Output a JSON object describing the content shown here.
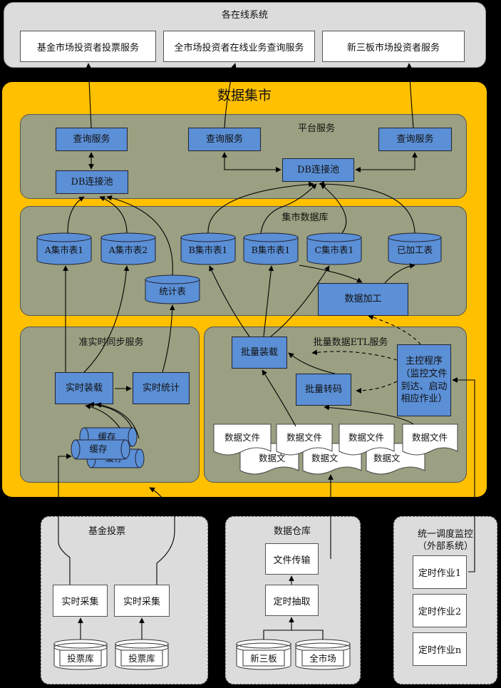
{
  "online": {
    "title": "各在线系统",
    "services": [
      "基金市场投资者投票服务",
      "全市场投资者在线业务查询服务",
      "新三板市场投资者服务"
    ]
  },
  "mart": {
    "title": "数据集市",
    "platform": {
      "title": "平台服务",
      "query_label": "查询服务",
      "pool_label": "DB连接池"
    },
    "db": {
      "title": "集市数据库",
      "tables": [
        "A集市表1",
        "A集市表2",
        "B集市表1",
        "B集市表1",
        "C集市表1",
        "已加工表"
      ],
      "stats_table": "统计表",
      "processing": "数据加工"
    },
    "sync": {
      "title": "准实时同步服务",
      "realtime_load": "实时装载",
      "realtime_stats": "实时统计",
      "cache": [
        "缓存",
        "缓存",
        "缓存"
      ]
    },
    "etl": {
      "title": "批量数据ETL服务",
      "batch_load": "批量装载",
      "batch_convert": "批量转码",
      "master": "主控程序（监控文件到达、启动相应作业）",
      "files": [
        "数据文件",
        "数据文件",
        "数据文件",
        "数据文件"
      ],
      "files_back": [
        "数据文",
        "数据文",
        "数据文"
      ]
    }
  },
  "fund": {
    "title": "基金投票",
    "collect": [
      "实时采集",
      "实时采集"
    ],
    "db": [
      "投票库",
      "投票库"
    ]
  },
  "warehouse": {
    "title": "数据仓库",
    "transfer": "文件传输",
    "extract": "定时抽取",
    "db": [
      "新三板",
      "全市场"
    ]
  },
  "scheduler": {
    "title": "统一调度监控",
    "subtitle": "（外部系统）",
    "jobs": [
      "定时作业1",
      "定时作业2",
      "定时作业n"
    ]
  }
}
